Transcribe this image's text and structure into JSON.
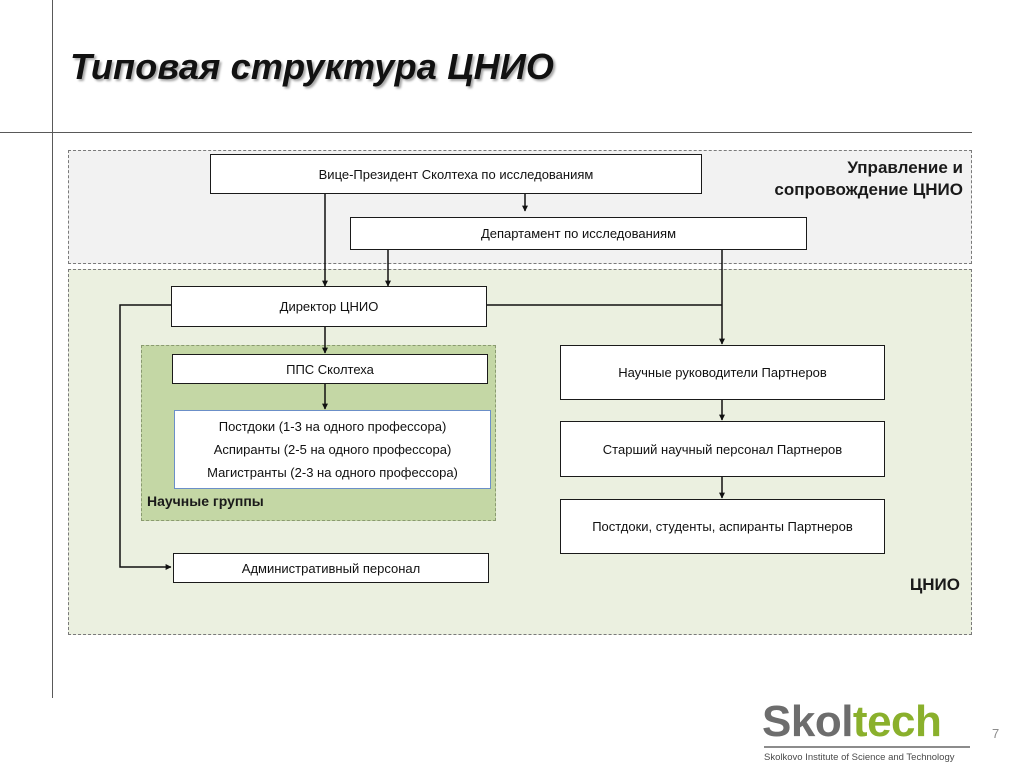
{
  "title": "Типовая структура ЦНИО",
  "zones": {
    "top_label": "Управление и сопровождение ЦНИО",
    "main_label": "ЦНИО",
    "groups_label": "Научные группы"
  },
  "boxes": {
    "vice_president": "Вице-Президент Сколтеха по исследованиям",
    "research_dept": "Департамент по исследованиям",
    "director": "Директор ЦНИО",
    "faculty": "ППС Сколтеха",
    "group_members": [
      "Постдоки (1-3 на одного профессора)",
      "Аспиранты (2-5 на одного профессора)",
      "Магистранты (2-3 на одного профессора)"
    ],
    "admin_staff": "Административный персонал",
    "partner_supervisors": "Научные руководители Партнеров",
    "partner_senior_staff": "Старший научный персонал Партнеров",
    "partner_juniors": "Постдоки, студенты, аспиранты Партнеров"
  },
  "logo": {
    "word_part1": "Skol",
    "word_part2": "tech",
    "tagline": "Skolkovo Institute of Science and Technology"
  },
  "page_number": "7",
  "colors": {
    "top_zone_bg": "#f2f2f2",
    "main_zone_bg": "#ebf0e0",
    "groups_zone_bg": "#c4d7a5",
    "logo_gray": "#6d6d6d",
    "logo_green": "#8ab02c"
  }
}
